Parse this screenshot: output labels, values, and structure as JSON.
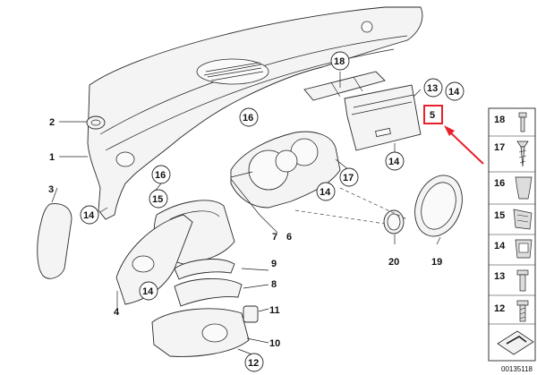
{
  "diagram": {
    "callouts": {
      "c1": "1",
      "c2": "2",
      "c3": "3",
      "c4": "4",
      "c5": "5",
      "c6": "6",
      "c7": "7",
      "c8": "8",
      "c9": "9",
      "c10": "10",
      "c11": "11",
      "c12": "12",
      "c13": "13",
      "c14": "14",
      "c15": "15",
      "c16": "16",
      "c17": "17",
      "c18": "18",
      "c19": "19",
      "c20": "20"
    },
    "legend": {
      "n18": "18",
      "n17": "17",
      "n16": "16",
      "n15": "15",
      "n14": "14",
      "n13": "13",
      "n12": "12"
    },
    "part_number": "00135118",
    "highlight_color": "#e8202a"
  }
}
